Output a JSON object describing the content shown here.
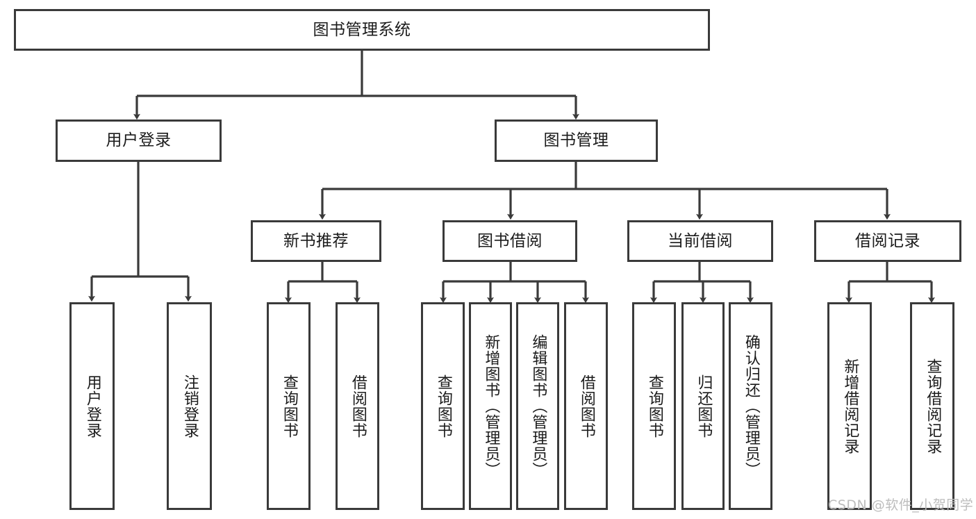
{
  "diagram": {
    "title": "图书管理系统",
    "type": "functional-structure-tree",
    "stroke_color": "#3a3a3a",
    "fill_color": "#ffffff",
    "text_color": "#1b1b1b",
    "watermark": "CSDN @软件_小贺同学",
    "levels": {
      "root": {
        "label": "图书管理系统"
      },
      "level1": [
        {
          "label": "用户登录"
        },
        {
          "label": "图书管理"
        }
      ],
      "level2": [
        {
          "label": "新书推荐"
        },
        {
          "label": "图书借阅"
        },
        {
          "label": "当前借阅"
        },
        {
          "label": "借阅记录"
        }
      ],
      "leaves": {
        "user_login": [
          {
            "label": "用户登录"
          },
          {
            "label": "注销登录"
          }
        ],
        "new_book_recommend": [
          {
            "label": "查询图书"
          },
          {
            "label": "借阅图书"
          }
        ],
        "book_borrow": [
          {
            "label": "查询图书"
          },
          {
            "label": "新增图书（管理员）"
          },
          {
            "label": "编辑图书（管理员）"
          },
          {
            "label": "借阅图书"
          }
        ],
        "current_borrow": [
          {
            "label": "查询图书"
          },
          {
            "label": "归还图书"
          },
          {
            "label": "确认归还（管理员）"
          }
        ],
        "borrow_record": [
          {
            "label": "新增借阅记录"
          },
          {
            "label": "查询借阅记录"
          }
        ]
      }
    }
  }
}
